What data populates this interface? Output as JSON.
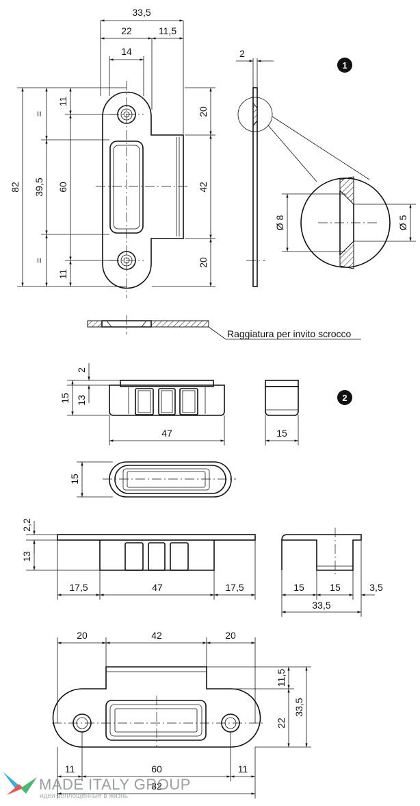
{
  "figure1": {
    "badge": "1",
    "dims": {
      "width_total": "33,5",
      "width_left": "22",
      "width_right": "11,5",
      "hole_span": "14",
      "thickness": "2",
      "height_total": "82",
      "height_mid": "39,5",
      "eq_top": "=",
      "eq_bottom": "=",
      "hole_top": "11",
      "hole_bottom": "11",
      "hole_pitch": "60",
      "tab_top": "20",
      "tab_mid": "42",
      "tab_bottom": "20",
      "dia_outer": "Ø 8",
      "dia_inner": "Ø 5"
    },
    "note": "Raggiatura per invito scrocco"
  },
  "figure2": {
    "badge": "2",
    "dims": {
      "front_gap": "2",
      "front_h_total": "15",
      "front_h_body": "13",
      "front_width": "47",
      "side_width": "15",
      "top_height": "15",
      "plate_t": "2,2",
      "plate_h": "13",
      "plate_left": "17,5",
      "plate_mid": "47",
      "plate_right": "17,5",
      "side2_a": "15",
      "side2_b": "15",
      "side2_c": "3,5",
      "side2_total": "33,5",
      "bottom_left": "20",
      "bottom_mid": "42",
      "bottom_right": "20",
      "bottom_h_top": "11,5",
      "bottom_h_mid": "22",
      "bottom_h_total": "33,5",
      "bottom_hole_left": "11",
      "bottom_hole_pitch": "60",
      "bottom_hole_right": "11",
      "bottom_total": "82"
    }
  },
  "watermark": {
    "brand": "MADE ITALY GROUP",
    "tagline": "идеи воплощенные в жизнь"
  }
}
